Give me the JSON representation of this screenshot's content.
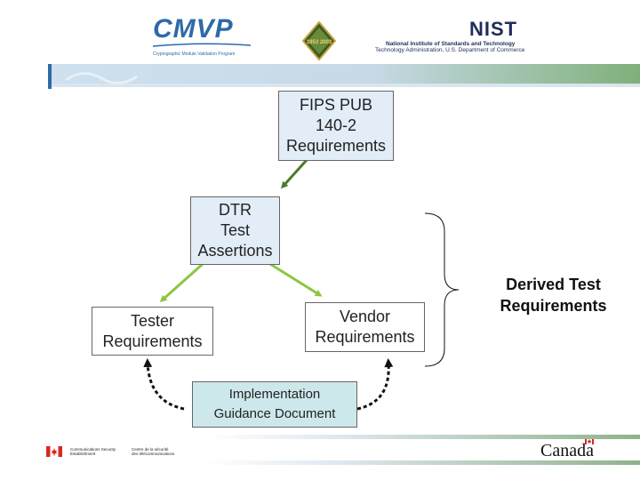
{
  "header": {
    "cmvp_logo_text": "CMVP",
    "cmvp_logo_subtitle": "Cryptographic Module Validation Program",
    "badge_text": "1953 2003",
    "nist_logo_text": "NIST",
    "nist_line1": "National Institute of Standards and Technology",
    "nist_line2": "Technology Administration, U.S. Department of Commerce"
  },
  "diagram": {
    "fips_box": "FIPS PUB\n140-2\nRequirements",
    "dtr_box": "DTR\nTest\nAssertions",
    "tester_box": "Tester\nRequirements",
    "vendor_box": "Vendor\nRequirements",
    "ig_box": "Implementation\nGuidance Document",
    "derived_label": "Derived Test\nRequirements"
  },
  "footer": {
    "cse_en": "Communications Security\nEstablishment",
    "cse_fr": "Centre de la sécurité\ndes télécommunications",
    "canada_wordmark": "Canada"
  },
  "colors": {
    "arrow_dark": "#4a7a2a",
    "arrow_light": "#8cc63f",
    "box_blue": "#e2edf8",
    "box_teal": "#cde8ea",
    "cmvp_blue": "#2e6aa8",
    "nist_navy": "#1f2d5a",
    "canada_red": "#d52b1e"
  }
}
